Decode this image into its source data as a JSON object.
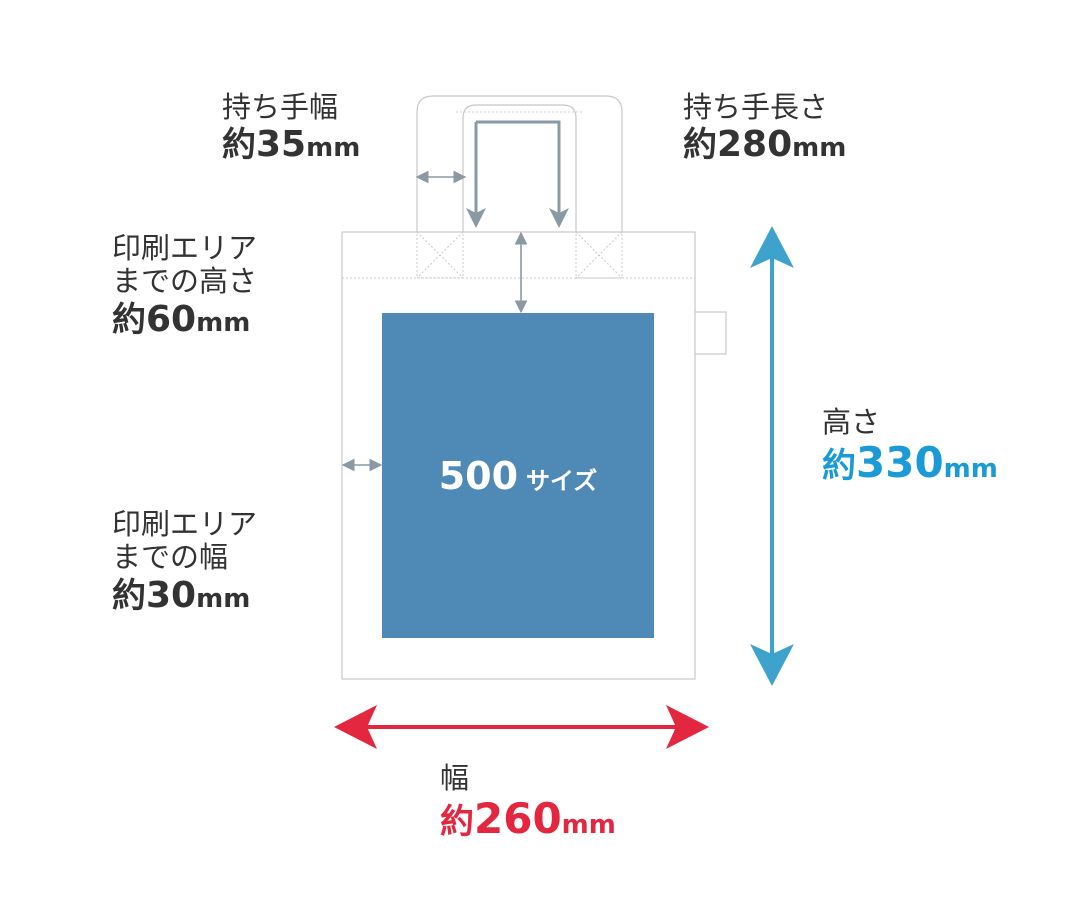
{
  "labels": {
    "handle_width": {
      "title": "持ち手幅",
      "prefix": "約",
      "num": "35",
      "unit": "mm"
    },
    "handle_length": {
      "title": "持ち手長さ",
      "prefix": "約",
      "num": "280",
      "unit": "mm"
    },
    "print_top": {
      "title_line1": "印刷エリア",
      "title_line2": "までの高さ",
      "prefix": "約",
      "num": "60",
      "unit": "mm"
    },
    "print_side": {
      "title_line1": "印刷エリア",
      "title_line2": "までの幅",
      "prefix": "約",
      "num": "30",
      "unit": "mm"
    },
    "height": {
      "title": "高さ",
      "prefix": "約",
      "num": "330",
      "unit": "mm"
    },
    "width": {
      "title": "幅",
      "prefix": "約",
      "num": "260",
      "unit": "mm"
    }
  },
  "print_area": {
    "size": "500",
    "suffix": "サイズ"
  },
  "colors": {
    "print_area": "#4f89b5",
    "height_arrow": "#3ea3cc",
    "height_text": "#1a9ad6",
    "width_arrow": "#e3273f",
    "width_text": "#e3273f",
    "guide_arrow": "#8a9aa5",
    "bag_outline": "#c8c8c8",
    "text": "#333333"
  }
}
